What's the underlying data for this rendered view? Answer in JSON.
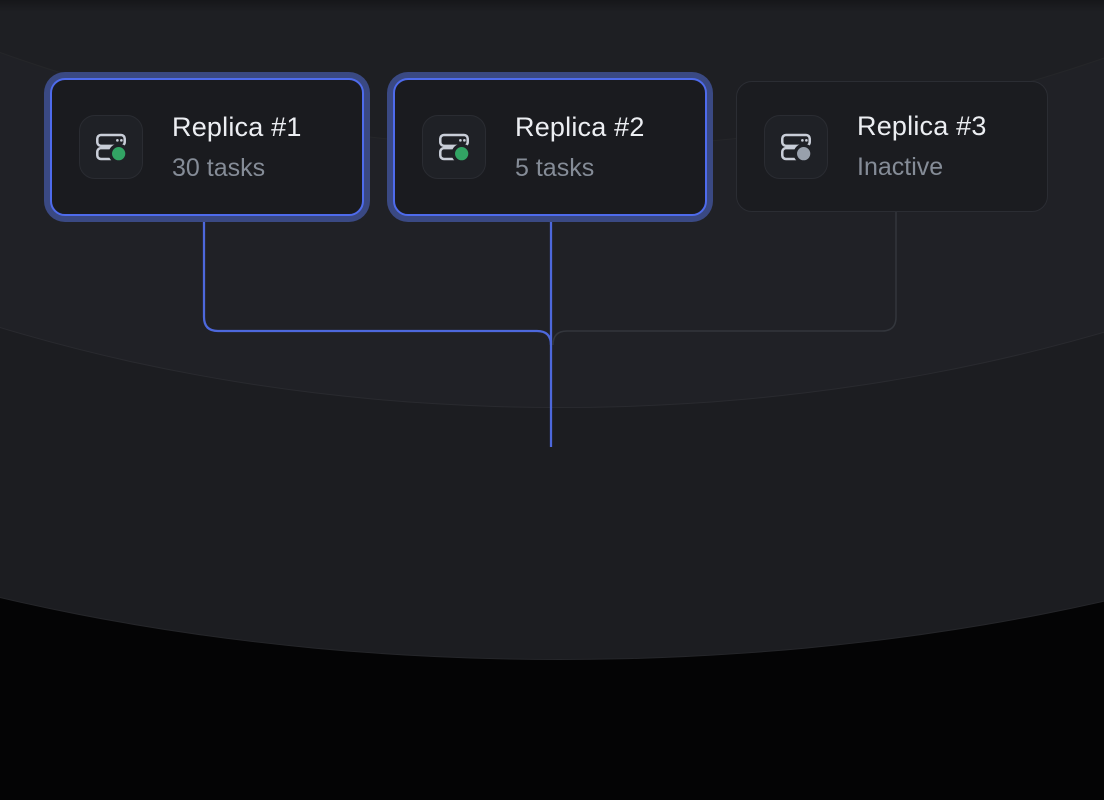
{
  "view": {
    "name": "replica-topology"
  },
  "nodes": [
    {
      "title": "Replica #1",
      "subtitle": "30 tasks",
      "status": "active",
      "selected": true,
      "icon": "server-icon"
    },
    {
      "title": "Replica #2",
      "subtitle": "5 tasks",
      "status": "active",
      "selected": true,
      "icon": "server-icon"
    },
    {
      "title": "Replica #3",
      "subtitle": "Inactive",
      "status": "inactive",
      "selected": false,
      "icon": "server-icon"
    }
  ],
  "connectors": [
    {
      "from": "Replica #1",
      "style": "active"
    },
    {
      "from": "Replica #2",
      "style": "active"
    },
    {
      "from": "Replica #3",
      "style": "inactive"
    }
  ],
  "colors": {
    "page_bg": "#040405",
    "band0_bg": "#1e1f23",
    "band1_bg": "#202126",
    "band2_bg": "#1c1d21",
    "card_bg": "#1a1b1f",
    "accent_ring": "#3a4983",
    "accent_border": "#4e6bec",
    "connector_active": "#4d68dc",
    "connector_inactive": "#33363c",
    "status_active": "#32a464",
    "status_inactive": "#98a0ac",
    "title_color": "#eceef2",
    "subtitle_color": "#858c97"
  }
}
